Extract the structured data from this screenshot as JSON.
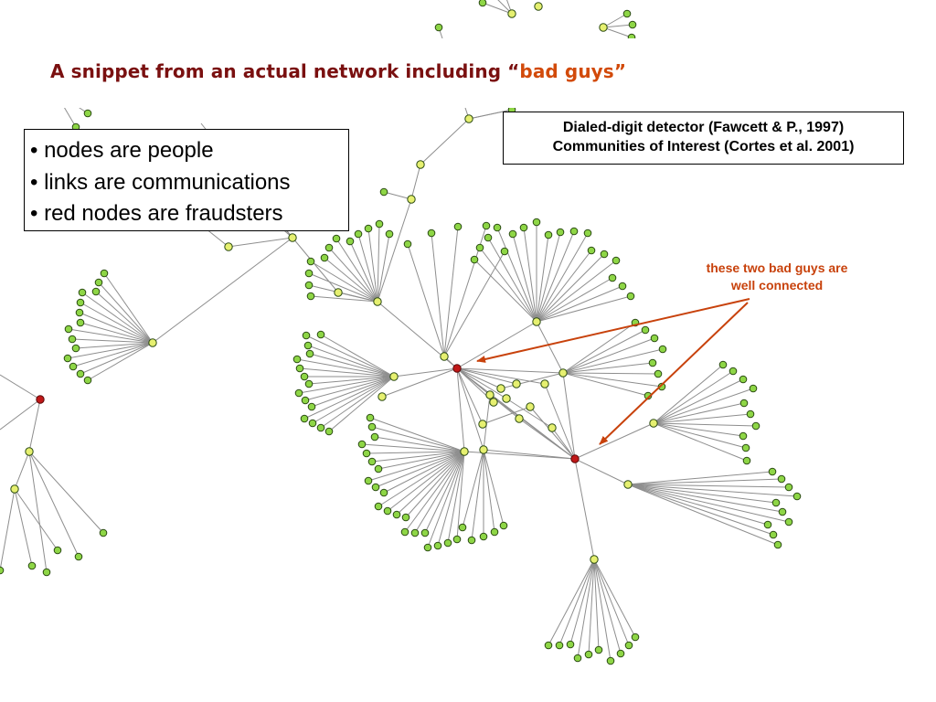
{
  "title": {
    "prefix": "A snippet from an actual network including “",
    "accent": "bad guys",
    "suffix": "”"
  },
  "legend": {
    "items": [
      "• nodes are people",
      "• links are communications",
      "• red nodes are fraudsters"
    ]
  },
  "references": {
    "line1": "Dialed-digit detector (Fawcett & P., 1997)",
    "line2": "Communities of Interest  (Cortes et al. 2001)"
  },
  "annotation": {
    "line1": "these two bad guys are",
    "line2": "well connected"
  },
  "colors": {
    "title": "#7a1010",
    "accent": "#d24a0a",
    "annotation": "#c8420c",
    "arrow": "#c8420c",
    "edge": "#8e8e8e",
    "leaf_node": "#8ed646",
    "hub_node": "#e6f070",
    "fraud_node": "#c01818",
    "node_outline": "#2a4a12"
  },
  "network": {
    "fraudster_count": 3
  }
}
